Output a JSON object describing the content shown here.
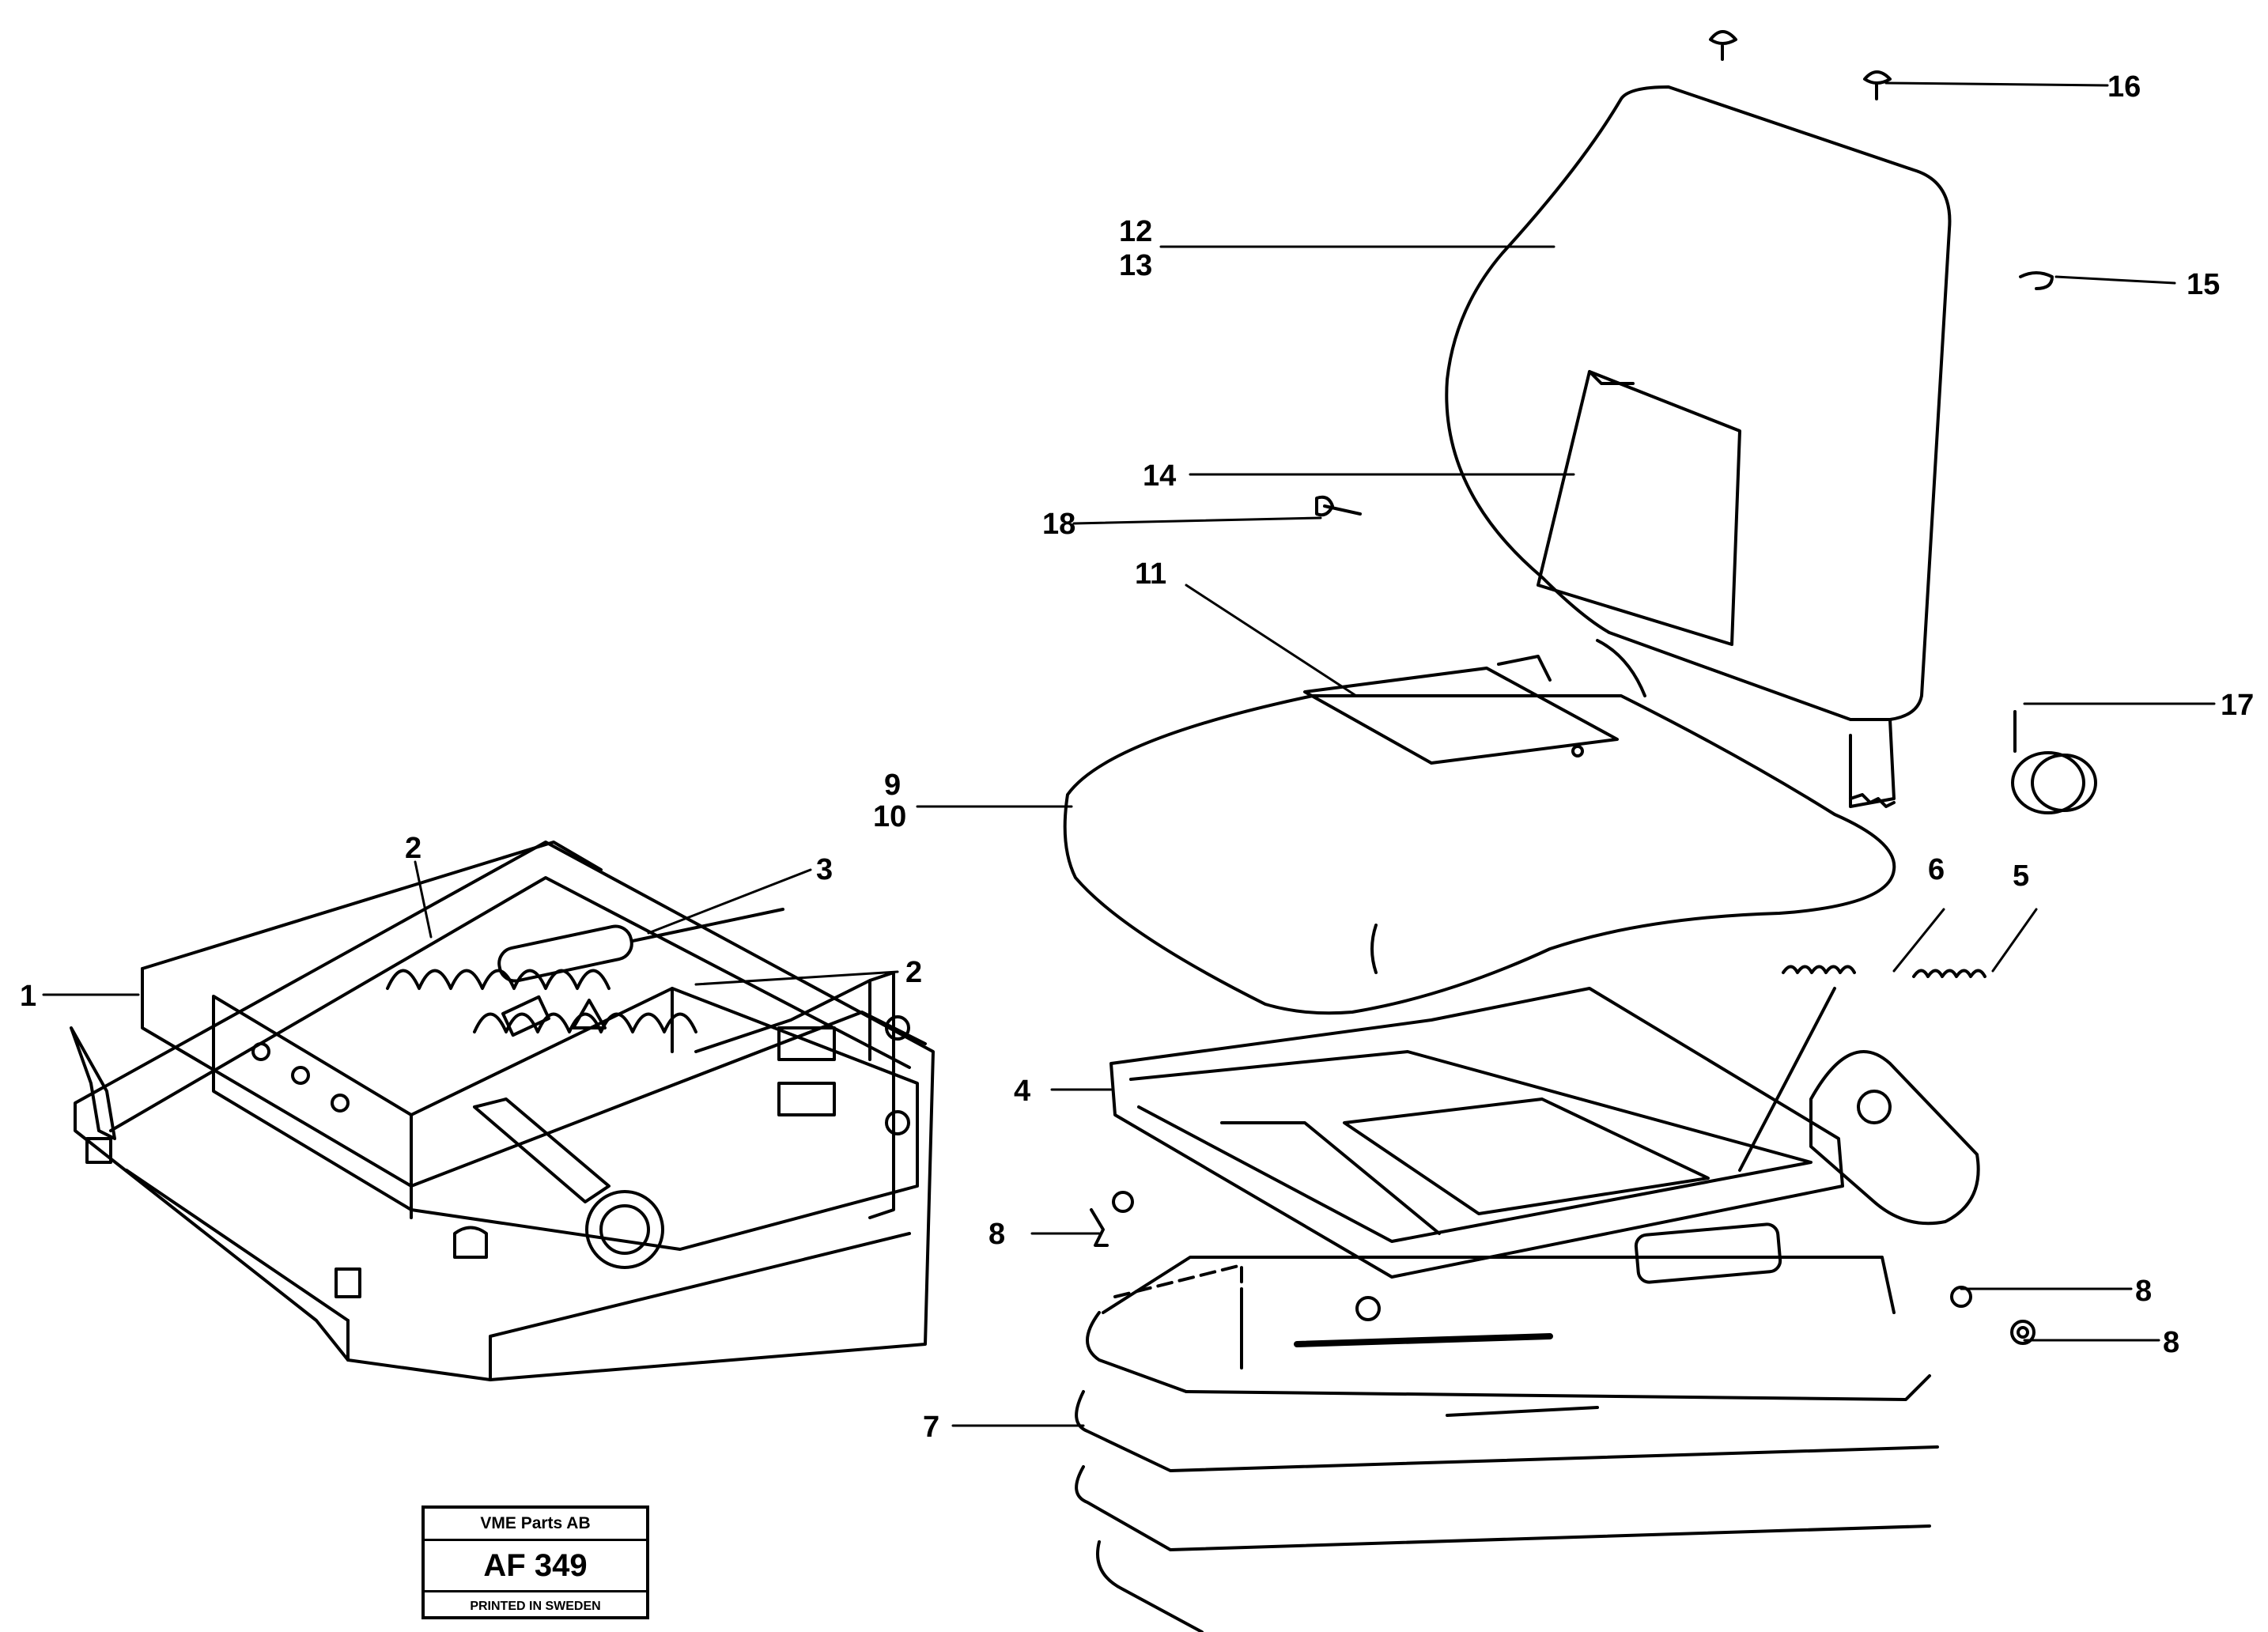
{
  "callouts": [
    "1",
    "2",
    "2",
    "3",
    "4",
    "5",
    "6",
    "7",
    "8",
    "8",
    "8",
    "9",
    "10",
    "11",
    "12",
    "13",
    "14",
    "15",
    "16",
    "17",
    "18"
  ],
  "stamp": {
    "company": "VME Parts AB",
    "code": "AF 349",
    "note": "PRINTED IN SWEDEN"
  }
}
